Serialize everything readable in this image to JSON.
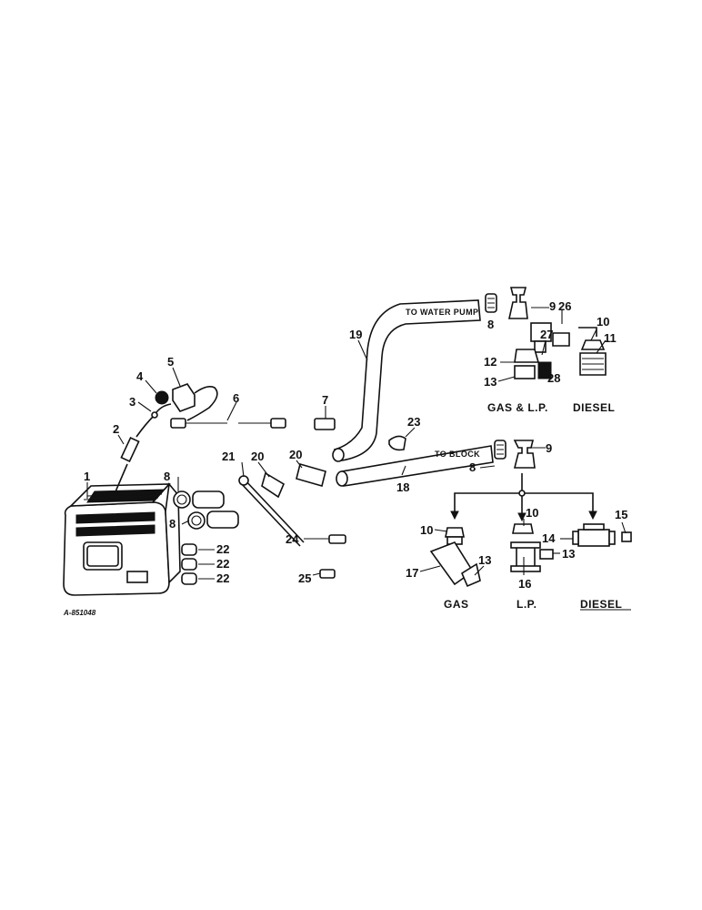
{
  "drawing": {
    "reference": "A-851048"
  },
  "pipe_labels": {
    "to_water_pump": "TO WATER PUMP",
    "to_block": "TO BLOCK"
  },
  "captions": {
    "gas_lp_top": "GAS & L.P.",
    "diesel_top": "DIESEL",
    "gas_bottom": "GAS",
    "lp_bottom": "L.P.",
    "diesel_bottom": "DIESEL"
  },
  "callouts": {
    "c1": "1",
    "c2": "2",
    "c3": "3",
    "c4": "4",
    "c5": "5",
    "c6": "6",
    "c7": "7",
    "c8a": "8",
    "c8b": "8",
    "c8c": "8",
    "c8d": "8",
    "c9a": "9",
    "c9b": "9",
    "c10a": "10",
    "c10b": "10",
    "c10c": "10",
    "c11": "11",
    "c12": "12",
    "c13a": "13",
    "c13b": "13",
    "c13c": "13",
    "c14": "14",
    "c15": "15",
    "c16": "16",
    "c17": "17",
    "c18": "18",
    "c19": "19",
    "c20a": "20",
    "c20b": "20",
    "c21": "21",
    "c22a": "22",
    "c22b": "22",
    "c22c": "22",
    "c23": "23",
    "c24": "24",
    "c25": "25",
    "c26": "26",
    "c27": "27",
    "c28": "28"
  },
  "icons": {
    "heater": "heater-body-icon",
    "switch": "toggle-switch-icon",
    "hose": "heater-hose-icon",
    "valve": "shutoff-valve-icon",
    "clamp": "hose-clamp-icon"
  }
}
